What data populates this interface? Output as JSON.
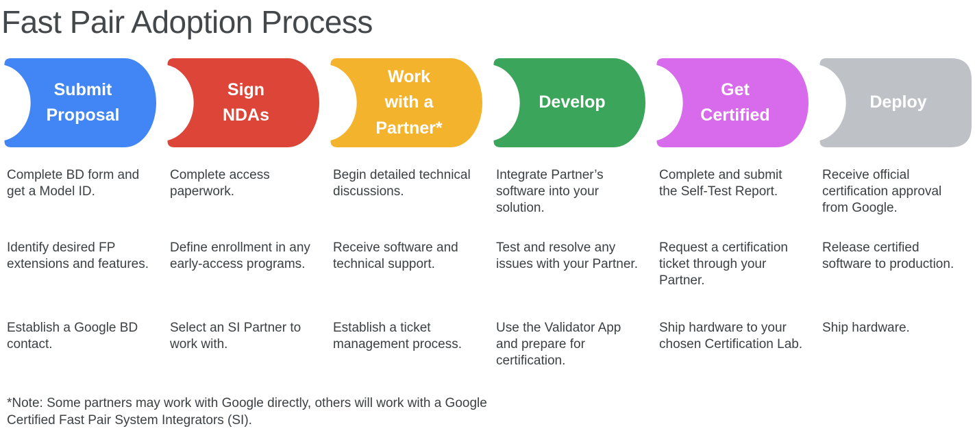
{
  "title": "Fast Pair Adoption Process",
  "colors": {
    "title_text": "#45484B",
    "body_text": "#3C4043",
    "step_label_text": "#FFFFFF"
  },
  "steps": [
    {
      "label": "Submit\nProposal",
      "color": "#4285F4",
      "items": [
        "Complete BD form and get a Model ID.",
        "Identify desired FP extensions and features.",
        "Establish a Google BD contact."
      ]
    },
    {
      "label": "Sign\nNDAs",
      "color": "#DC4537",
      "items": [
        "Complete access paperwork.",
        "Define enrollment in any early-access programs.",
        "Select an SI Partner to work with."
      ]
    },
    {
      "label": "Work\nwith a\nPartner*",
      "color": "#F3B32C",
      "items": [
        "Begin detailed technical discussions.",
        "Receive software and technical support.",
        "Establish a ticket management process."
      ]
    },
    {
      "label": "Develop",
      "color": "#3BA55B",
      "items": [
        "Integrate Partner’s software into your solution.",
        "Test and resolve any issues with your Partner.",
        "Use the Validator App and prepare for certification."
      ]
    },
    {
      "label": "Get\nCertified",
      "color": "#D86BEB",
      "items": [
        "Complete and submit the Self-Test Report.",
        "Request a certification ticket through your Partner.",
        "Ship hardware to your chosen Certification Lab."
      ]
    },
    {
      "label": "Deploy",
      "color": "#BEC2C6",
      "items": [
        "Receive official certification approval from Google.",
        "Release certified software to production.",
        "Ship hardware."
      ]
    }
  ],
  "footnote": "*Note: Some partners may work with Google directly, others will work with a Google Certified Fast Pair System Integrators (SI)."
}
